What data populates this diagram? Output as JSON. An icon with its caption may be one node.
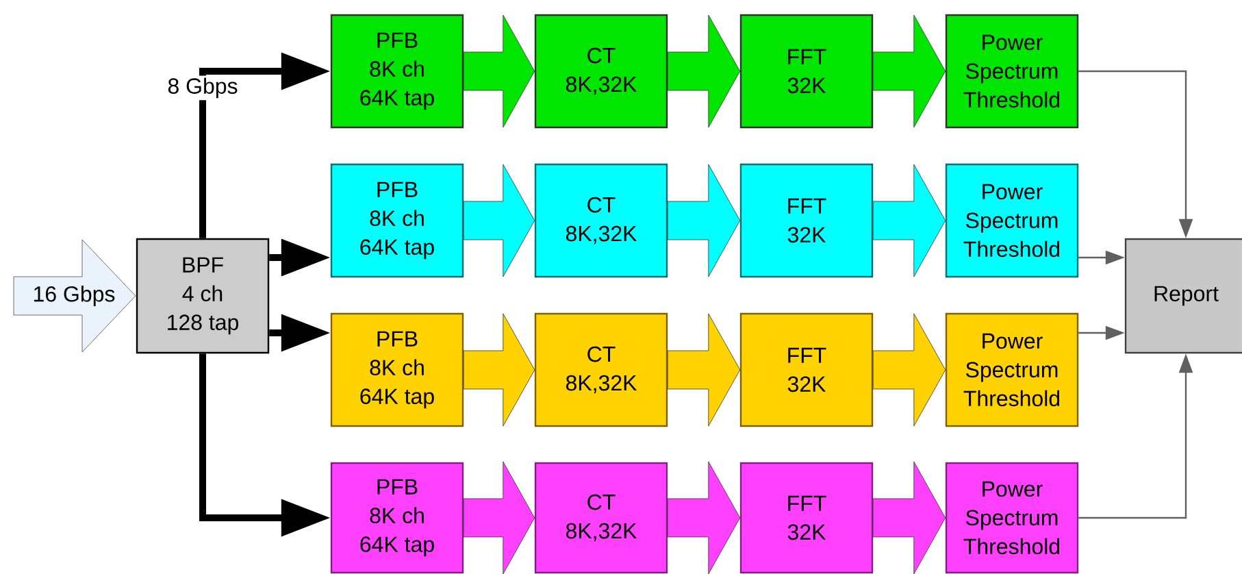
{
  "diagram": {
    "nodes": [
      {
        "text": [
          "16 Gbps"
        ]
      },
      {
        "text": [
          "BPF",
          "4 ch",
          "128 tap"
        ]
      },
      {
        "text": [
          "PFB",
          "8K ch",
          "64K tap"
        ]
      },
      {
        "text": [
          "CT",
          "8K,32K"
        ]
      },
      {
        "text": [
          "FFT",
          "32K"
        ]
      },
      {
        "text": [
          "Power Spectrum Threshold"
        ]
      },
      {
        "text": [
          "PFB",
          "8K ch",
          "64K tap"
        ]
      },
      {
        "text": [
          "CT",
          "8K,32K"
        ]
      },
      {
        "text": [
          "FFT",
          "32K"
        ]
      },
      {
        "text": [
          "Power Spectrum Threshold"
        ]
      },
      {
        "text": [
          "PFB",
          "8K ch",
          "64K tap"
        ]
      },
      {
        "text": [
          "CT",
          "8K,32K"
        ]
      },
      {
        "text": [
          "FFT",
          "32K"
        ]
      },
      {
        "text": [
          "Power Spectrum Threshold"
        ]
      },
      {
        "text": [
          "PFB",
          "8K ch",
          "64K tap"
        ]
      },
      {
        "text": [
          "CT",
          "8K,32K"
        ]
      },
      {
        "text": [
          "FFT",
          "32K"
        ]
      },
      {
        "text": [
          "Power Spectrum Threshold"
        ]
      },
      {
        "text": [
          "Report"
        ]
      }
    ],
    "edges": [
      {
        "from": 1,
        "to": 2,
        "arrow": "to",
        "style": "thick",
        "label": "8 Gbps"
      },
      {
        "from": 1,
        "to": 6,
        "arrow": "to",
        "style": "thick"
      },
      {
        "from": 1,
        "to": 10,
        "arrow": "to",
        "style": "thick"
      },
      {
        "from": 1,
        "to": 14,
        "arrow": "to",
        "style": "thick"
      },
      {
        "from": 2,
        "to": 3,
        "arrow": "to",
        "style": "thick",
        "color": "#00e600"
      },
      {
        "from": 3,
        "to": 4,
        "arrow": "to",
        "style": "thick",
        "color": "#00e600"
      },
      {
        "from": 4,
        "to": 5,
        "arrow": "to",
        "style": "thick",
        "color": "#00e600"
      },
      {
        "from": 6,
        "to": 7,
        "arrow": "to",
        "style": "thick",
        "color": "#00ffff"
      },
      {
        "from": 7,
        "to": 8,
        "arrow": "to",
        "style": "thick",
        "color": "#00ffff"
      },
      {
        "from": 8,
        "to": 9,
        "arrow": "to",
        "style": "thick",
        "color": "#00ffff"
      },
      {
        "from": 10,
        "to": 11,
        "arrow": "to",
        "style": "thick",
        "color": "#ffd200"
      },
      {
        "from": 11,
        "to": 12,
        "arrow": "to",
        "style": "thick",
        "color": "#ffd200"
      },
      {
        "from": 12,
        "to": 13,
        "arrow": "to",
        "style": "thick",
        "color": "#ffd200"
      },
      {
        "from": 14,
        "to": 15,
        "arrow": "to",
        "style": "thick",
        "color": "#ff40ff"
      },
      {
        "from": 15,
        "to": 16,
        "arrow": "to",
        "style": "thick",
        "color": "#ff40ff"
      },
      {
        "from": 16,
        "to": 17,
        "arrow": "to",
        "style": "thick",
        "color": "#ff40ff"
      },
      {
        "from": 5,
        "to": 18,
        "arrow": "to",
        "color": "#606060"
      },
      {
        "from": 9,
        "to": 18,
        "arrow": "to",
        "color": "#606060"
      },
      {
        "from": 13,
        "to": 18,
        "arrow": "to",
        "color": "#606060"
      },
      {
        "from": 17,
        "to": 18,
        "arrow": "to",
        "color": "#606060"
      }
    ]
  }
}
